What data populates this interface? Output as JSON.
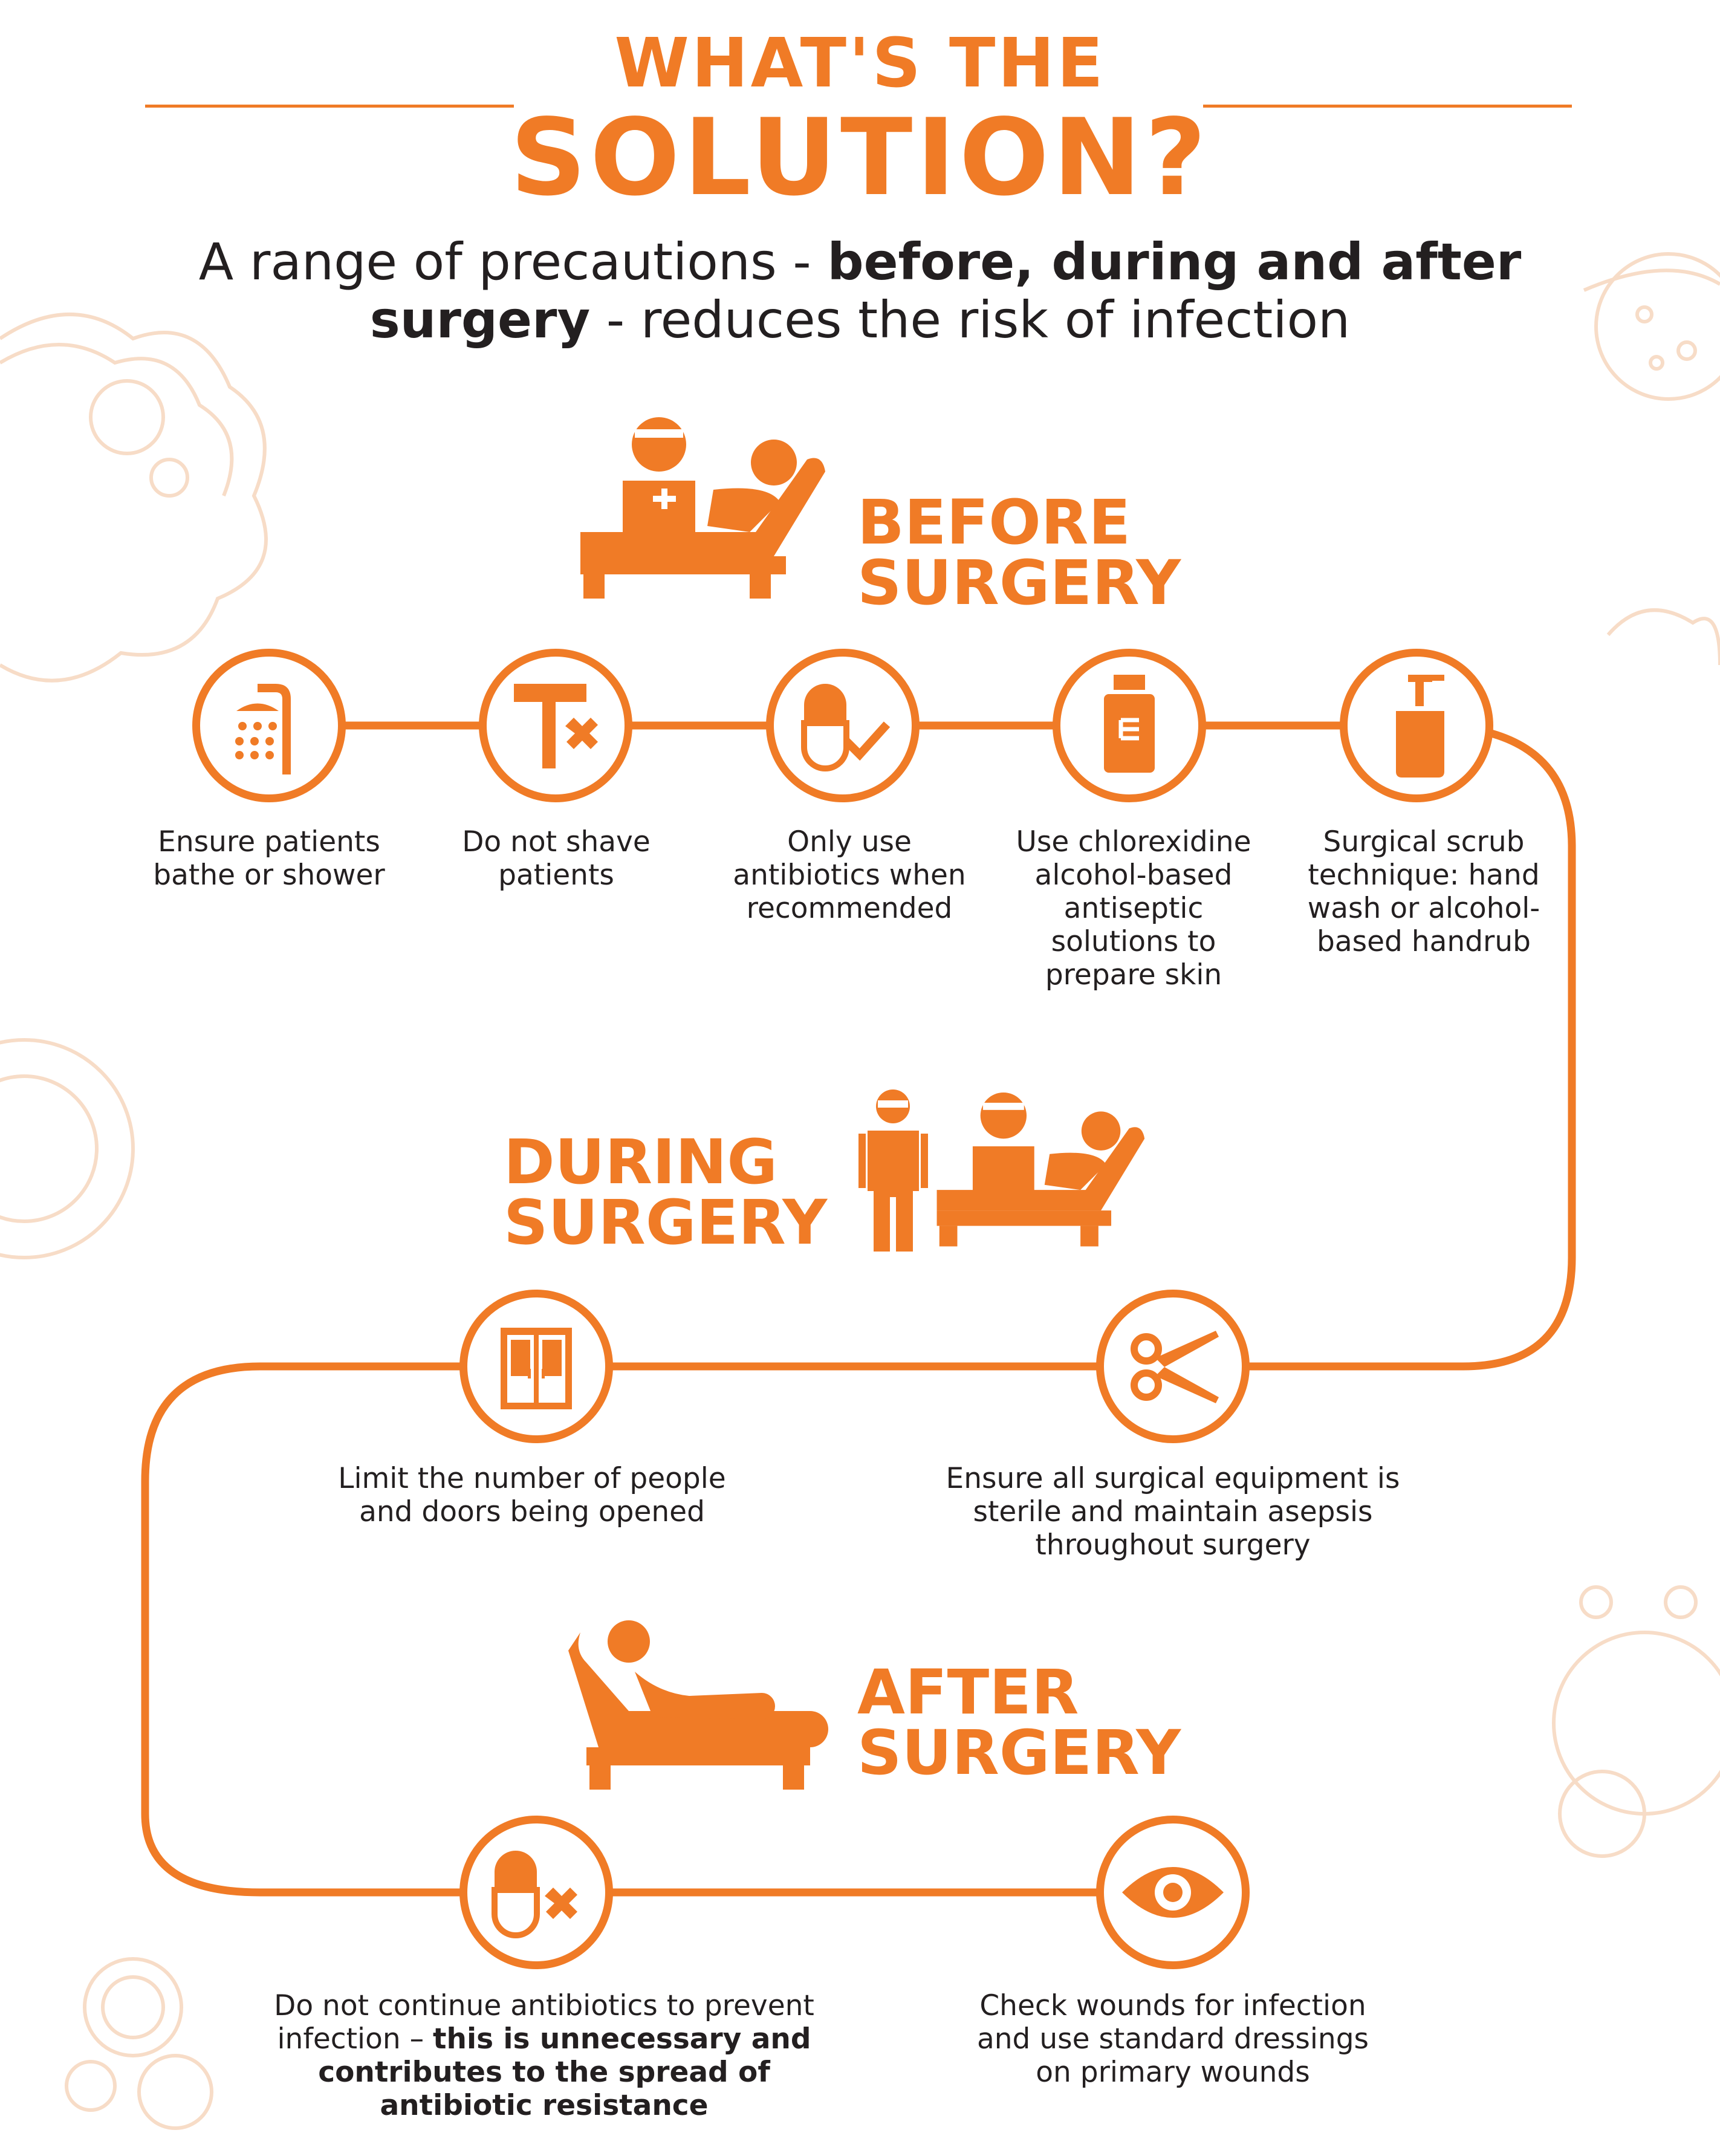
{
  "header": {
    "title_line1": "WHAT'S THE",
    "title_line2": "SOLUTION?",
    "subtitle_pre": "A range of precautions - ",
    "subtitle_bold": "before, during and after surgery",
    "subtitle_post": " - reduces the risk of infection"
  },
  "before": {
    "title_line1": "BEFORE",
    "title_line2": "SURGERY",
    "items": [
      {
        "icon": "shower-icon",
        "label": "Ensure patients bathe or shower"
      },
      {
        "icon": "razor-cross-icon",
        "label": "Do not shave patients"
      },
      {
        "icon": "pill-check-icon",
        "label": "Only use antibiotics when recommended"
      },
      {
        "icon": "bottle-icon",
        "label": "Use chlorexidine alcohol-based antiseptic solutions to prepare skin"
      },
      {
        "icon": "soap-pump-icon",
        "label": "Surgical scrub technique: hand wash or alcohol-based handrub"
      }
    ]
  },
  "during": {
    "title_line1": "DURING",
    "title_line2": "SURGERY",
    "items": [
      {
        "icon": "doors-icon",
        "label": "Limit the number of people and doors being opened"
      },
      {
        "icon": "scissors-icon",
        "label": "Ensure all surgical equipment is sterile and maintain asepsis throughout surgery"
      }
    ]
  },
  "after": {
    "title_line1": "AFTER",
    "title_line2": "SURGERY",
    "items": [
      {
        "icon": "pill-cross-icon",
        "label_pre": "Do not continue antibiotics to prevent infection – ",
        "label_bold": "this is unnecessary and contributes to the spread of antibiotic resistance"
      },
      {
        "icon": "eye-icon",
        "label": "Check wounds for infection and use standard dressings on primary wounds"
      }
    ]
  },
  "colors": {
    "accent": "#f07b26",
    "text": "#231f20",
    "decor": "#f7dcc7"
  }
}
